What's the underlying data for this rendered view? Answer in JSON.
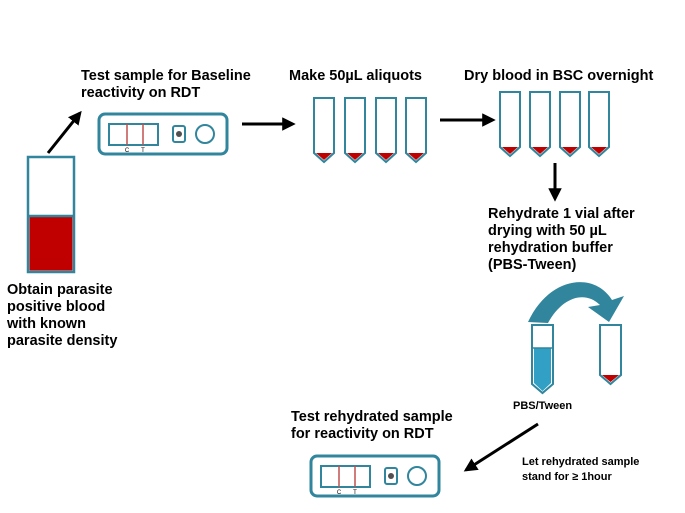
{
  "steps": {
    "obtain_blood": {
      "line1": "Obtain parasite",
      "line2": "positive blood",
      "line3": "with known",
      "line4": "parasite density"
    },
    "test_baseline": {
      "line1": "Test sample for Baseline",
      "line2": "reactivity on RDT"
    },
    "make_aliquots": "Make 50µL aliquots",
    "dry_blood": "Dry blood in BSC overnight",
    "rehydrate": {
      "line1": "Rehydrate 1 vial after",
      "line2": "drying with 50 µL",
      "line3": "rehydration buffer",
      "line4": "(PBS-Tween)"
    },
    "buffer_label": "PBS/Tween",
    "stand": {
      "line1": "Let rehydrated sample",
      "line2": "stand for ≥ 1hour"
    },
    "test_rehydrated": {
      "line1": "Test rehydrated sample",
      "line2": "for reactivity on RDT"
    }
  },
  "rdt": {
    "control_mark": "C",
    "test_mark": "T"
  },
  "colors": {
    "outline": "#31859c",
    "blood": "#c00000",
    "buffer": "#31a0c4",
    "curved_arrow": "#31859c",
    "arrow": "#000000",
    "rdt_line": "#c0504d"
  }
}
